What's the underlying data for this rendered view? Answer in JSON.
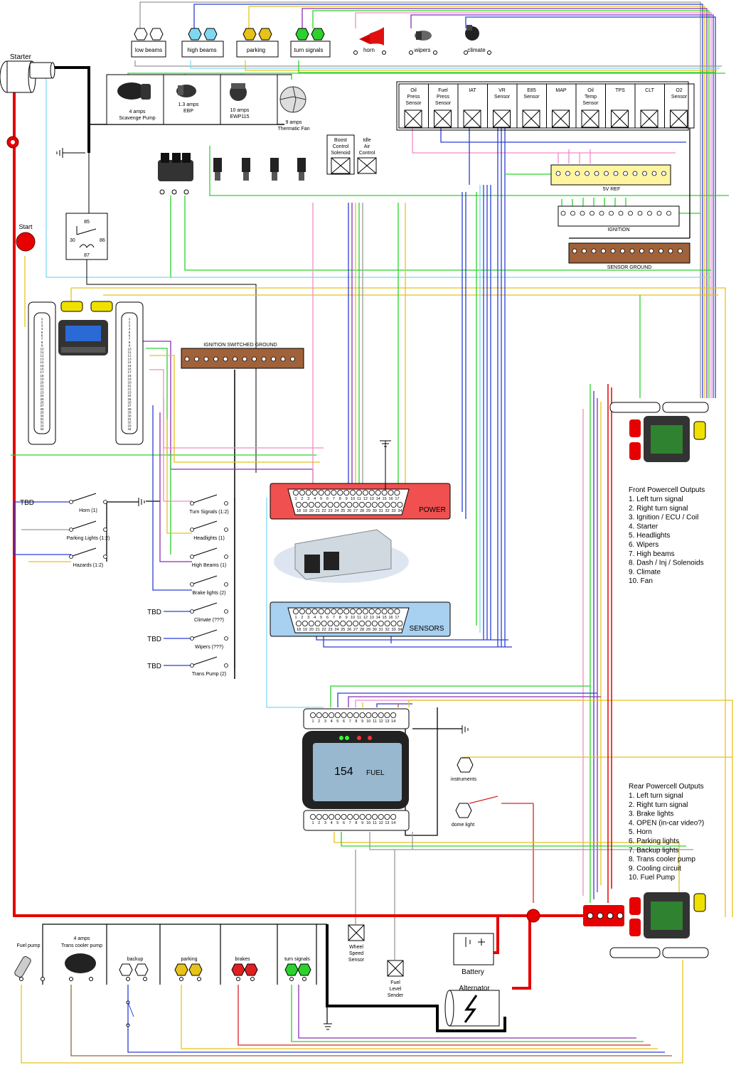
{
  "labels": {
    "starter": "Starter",
    "start": "Start",
    "low_beams": "low beams",
    "high_beams": "high beams",
    "parking": "parking",
    "turn_signals": "turn signals",
    "horn": "horn",
    "wipers": "wipers",
    "climate": "climate",
    "scavenge_pump": [
      "4 amps",
      "Scavenge Pump"
    ],
    "ebp": [
      "1.3 amps",
      "EBP"
    ],
    "ewp": [
      "10 amps",
      "EWP115"
    ],
    "fan": [
      "9 amps",
      "Thermatic Fan"
    ],
    "boost_solenoid": [
      "Boost",
      "Control",
      "Solenoid"
    ],
    "idle_air": [
      "Idle",
      "Air",
      "Control"
    ],
    "five_v_ref": "5V REF",
    "ignition_bus": "IGNITION",
    "sensor_ground": "SENSOR GROUND",
    "ignition_switched_ground": "IGNITION SWITCHED GROUND",
    "relay": {
      "p85": "85",
      "p30": "30",
      "p86": "86",
      "p87": "87"
    },
    "power": "POWER",
    "sensors": "SENSORS",
    "tbd": "TBD",
    "instruments": "instruments",
    "dome_light": "dome light",
    "wheel_speed": [
      "Wheel",
      "Speed",
      "Sensor"
    ],
    "fuel_level": [
      "Fuel",
      "Level",
      "Sender"
    ],
    "battery": "Battery",
    "alternator": "Alternator",
    "fuel_pump": "Fuel pump",
    "trans_cooler": [
      "4 amps",
      "Trans cooler pump"
    ],
    "backup": "backup",
    "parking_rear": "parking",
    "brakes": "brakes",
    "turn_signals_rear": "turn signals",
    "dash_fuel": "FUEL",
    "dash_154": "154"
  },
  "sensors": [
    [
      "Oil",
      "Press",
      "Sensor"
    ],
    [
      "Fuel",
      "Press",
      "Sensor"
    ],
    [
      "IAT"
    ],
    [
      "VR",
      "Sensor"
    ],
    [
      "E85",
      "Sensor"
    ],
    [
      "MAP"
    ],
    [
      "Oil",
      "Temp",
      "Sensor"
    ],
    [
      "TPS"
    ],
    [
      "CLT"
    ],
    [
      "O2",
      "Sensor"
    ]
  ],
  "switches": [
    {
      "label": "Horn (1)",
      "tbd": true
    },
    {
      "label": "Parking Lights (1:2)",
      "tbd": false
    },
    {
      "label": "Hazards (1:2)",
      "tbd": false
    }
  ],
  "switches_right": [
    {
      "label": "Turn Signals (1:2)",
      "tbd": false
    },
    {
      "label": "Headlights (1)",
      "tbd": false
    },
    {
      "label": "High Beams (1)",
      "tbd": false
    },
    {
      "label": "Brake lights (2)",
      "tbd": false
    },
    {
      "label": "Climate (???)",
      "tbd": true
    },
    {
      "label": "Wipers (???)",
      "tbd": true
    },
    {
      "label": "Trans Pump (2)",
      "tbd": true
    }
  ],
  "front_powercell": {
    "title": "Front Powercell Outputs",
    "items": [
      "1. Left turn signal",
      "2. Right turn signal",
      "3. Ignition / ECU / Coil",
      "4. Starter",
      "5. Headlights",
      "6. Wipers",
      "7. High beams",
      "8. Dash / Inj / Solenoids",
      "9. Climate",
      "10. Fan"
    ]
  },
  "rear_powercell": {
    "title": "Rear Powercell Outputs",
    "items": [
      "1. Left turn signal",
      "2. Right turn signal",
      "3. Brake lights",
      "4. OPEN (in-car video?)",
      "5. Horn",
      "6. Parking lights",
      "7. Backup lights",
      "8. Trans cooler pump",
      "9. Cooling circuit",
      "10. Fuel Pump"
    ]
  },
  "colors": {
    "power": "#ff0000",
    "ground": "#000000",
    "ecu_power_block": "#f05050",
    "ecu_sensor_block": "#a8d0f0",
    "ref5v": "#fff5a0",
    "sensor_ground": "#a0623a",
    "green": "#2bd22b",
    "blue": "#2b3fd6",
    "purple": "#8b2fb8",
    "yellow": "#e6c21a",
    "pink": "#f08cc8",
    "cyan": "#7fd8f0",
    "brown": "#8a6a3a",
    "orange": "#e08a1a"
  }
}
